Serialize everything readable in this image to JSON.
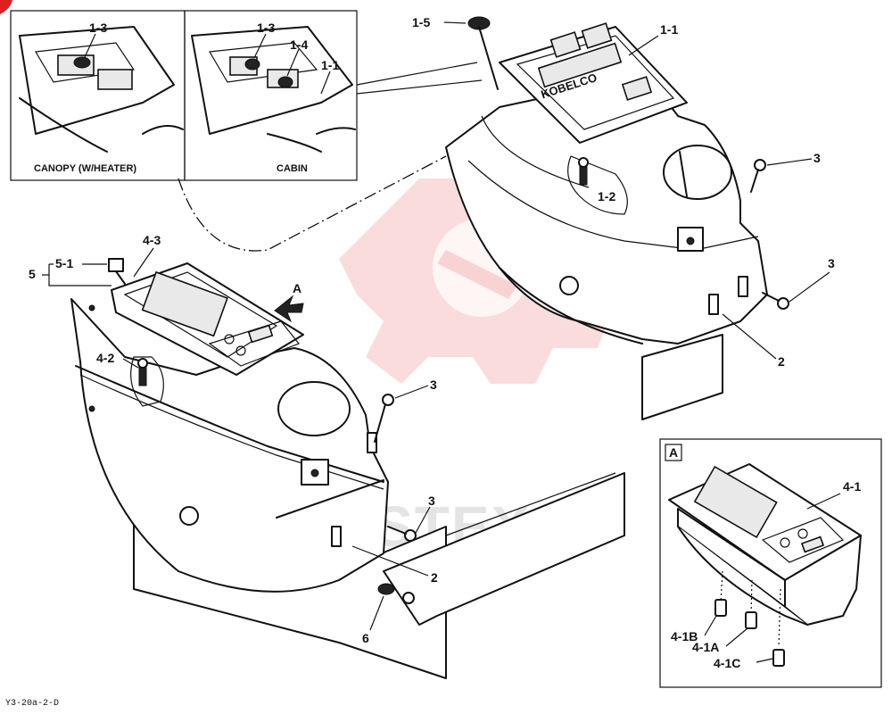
{
  "drawing_code": "Y3-20a-2-D",
  "watermark_text": "ASTEX",
  "brand_text": "KOBELCO",
  "insets": {
    "canopy_caption": "CANOPY (W/HEATER)",
    "cabin_caption": "CABIN",
    "detail_tag": "A"
  },
  "callouts": {
    "c1_1": "1-1",
    "c1_1b": "1-1",
    "c1_2": "1-2",
    "c1_3a": "1-3",
    "c1_3b": "1-3",
    "c1_4": "1-4",
    "c1_5": "1-5",
    "c2a": "2",
    "c2b": "2",
    "c3a": "3",
    "c3b": "3",
    "c3c": "3",
    "c3d": "3",
    "c4_1": "4-1",
    "c4_1A": "4-1A",
    "c4_1B": "4-1B",
    "c4_1C": "4-1C",
    "c4_2": "4-2",
    "c4_3": "4-3",
    "c5": "5",
    "c5_1": "5-1",
    "c6": "6",
    "arrow_A": "A"
  }
}
